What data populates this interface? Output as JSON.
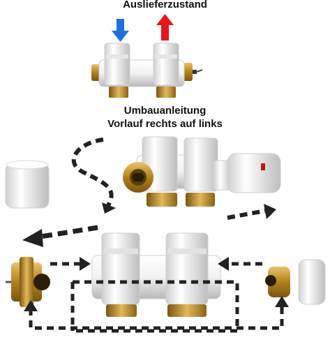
{
  "texts": {
    "title": "Auslieferzustand",
    "instruction_line1": "Umbauanleitung",
    "instruction_line2": "Vorlauf rechts auf links"
  },
  "colors": {
    "supply_arrow": "#1f6fe0",
    "return_arrow": "#e8141b",
    "valve_body": "#f4f4f4",
    "brass": "#c8962e",
    "dashed_arrow": "#222222"
  },
  "icons": {
    "cold_arrow": "arrow-down-icon",
    "hot_arrow": "arrow-up-icon"
  }
}
